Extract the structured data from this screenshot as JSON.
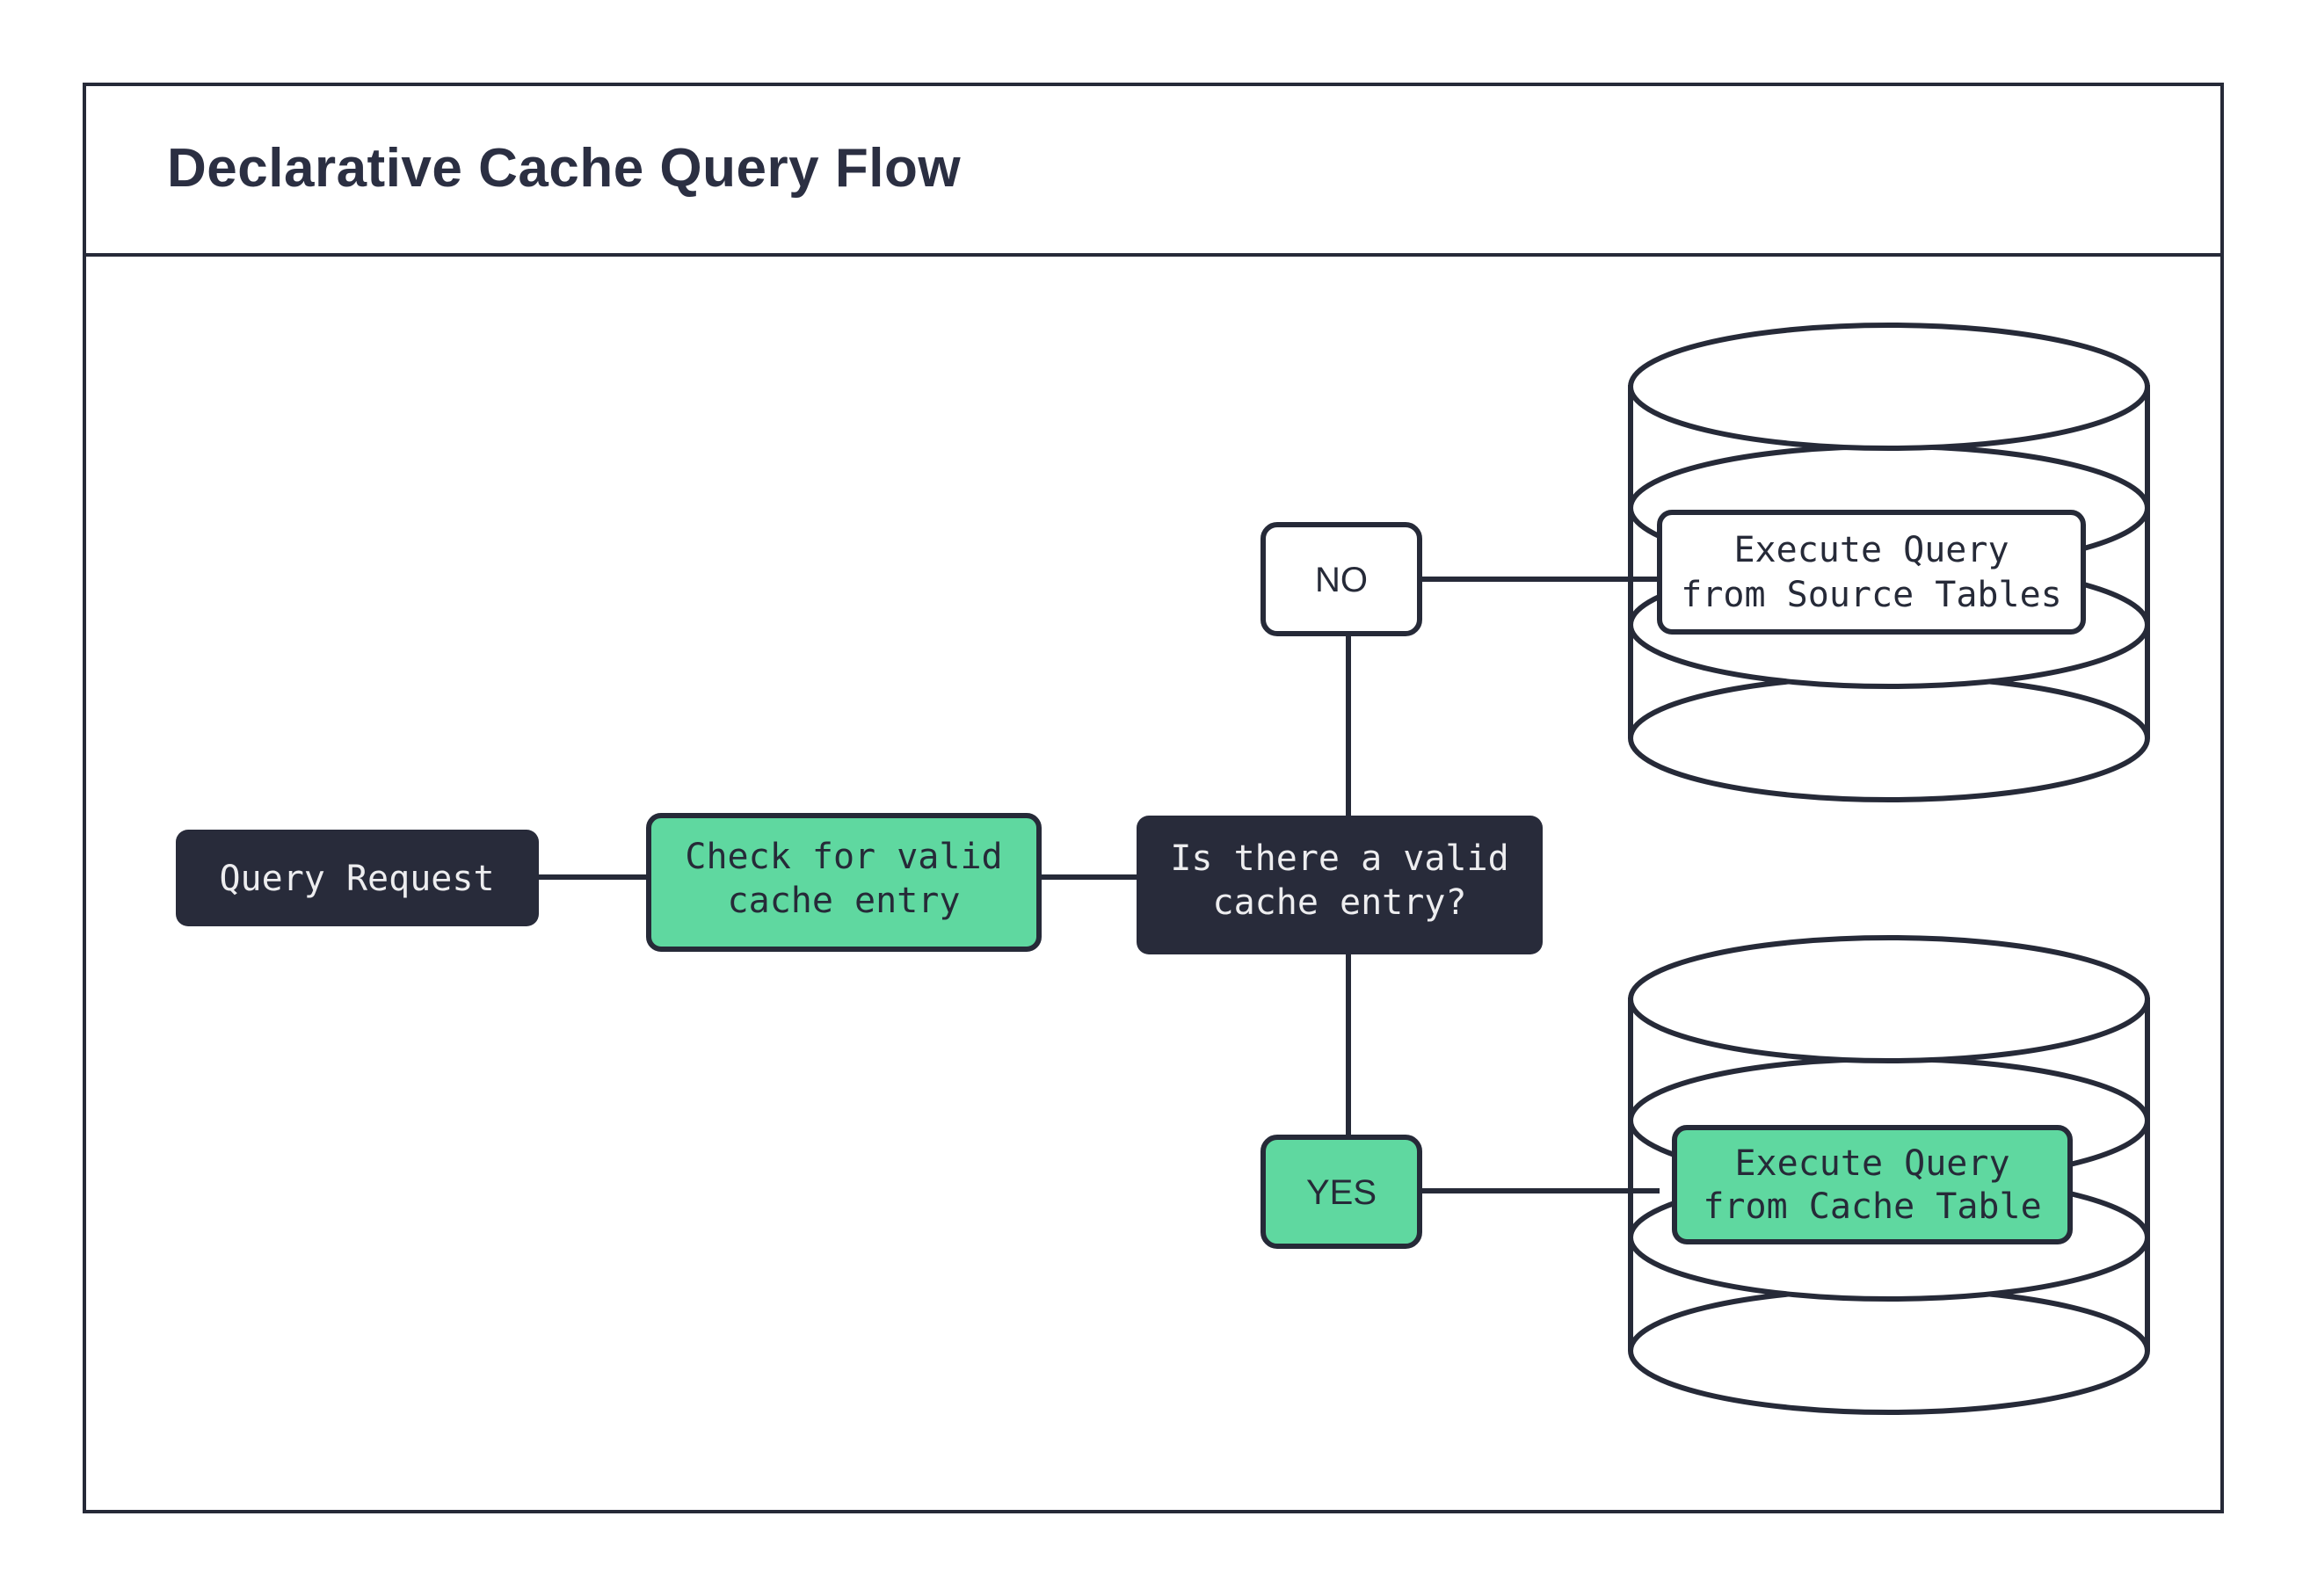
{
  "page": {
    "background_color": "#ffffff",
    "frame_border_color": "#262A38"
  },
  "header": {
    "title": "Declarative Cache Query Flow"
  },
  "colors": {
    "dark": "#282B3A",
    "green": "#5FD8A0",
    "stroke": "#262A38",
    "light_text": "#EDEDEF"
  },
  "flow": {
    "nodes": [
      {
        "id": "query-request",
        "label": "Query Request",
        "style": "dark",
        "lines": [
          "Query Request"
        ]
      },
      {
        "id": "check-cache",
        "label": "Check for valid cache entry",
        "style": "green",
        "lines": [
          "Check for valid",
          "cache entry"
        ]
      },
      {
        "id": "decision",
        "label": "Is there a valid cache entry?",
        "style": "dark",
        "lines": [
          "Is there a valid",
          "cache entry?"
        ]
      },
      {
        "id": "source-tables",
        "label": "Execute Query from Source Tables",
        "style": "white",
        "lines": [
          "Execute Query",
          "from Source Tables"
        ]
      },
      {
        "id": "cache-table",
        "label": "Execute Query from Cache Table",
        "style": "green",
        "lines": [
          "Execute Query",
          "from Cache Table"
        ]
      }
    ],
    "edge_labels": [
      {
        "id": "no-branch",
        "label": "NO",
        "style": "white"
      },
      {
        "id": "yes-branch",
        "label": "YES",
        "style": "green"
      }
    ],
    "databases": [
      {
        "id": "source-database",
        "contains": "source-tables"
      },
      {
        "id": "cache-database",
        "contains": "cache-table"
      }
    ]
  }
}
